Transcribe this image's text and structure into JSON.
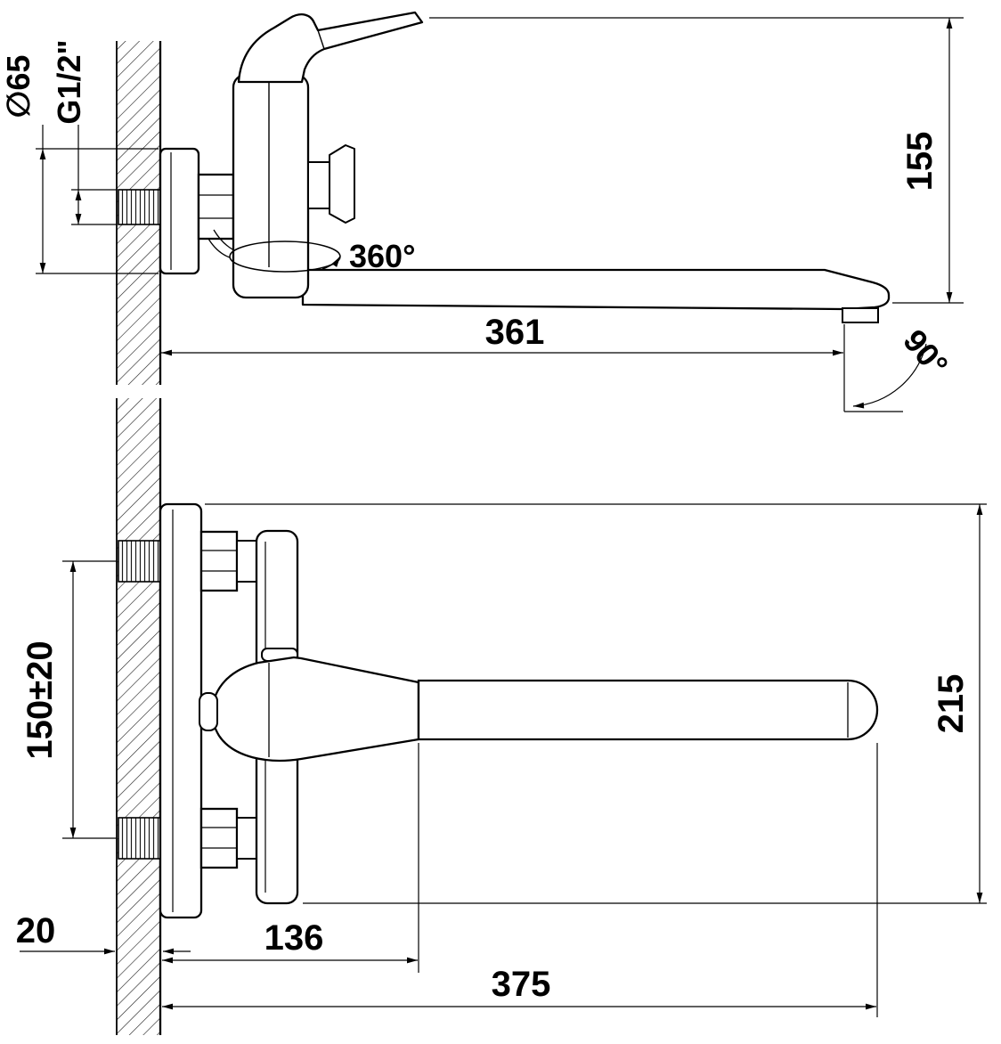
{
  "drawing": {
    "type": "technical-dimension-drawing",
    "subject": "wall-mounted bath mixer faucet with long swivel spout",
    "line_color": "#000000",
    "bg_color": "#ffffff"
  },
  "top_view": {
    "name": "side view",
    "dim_diameter": "∅65",
    "dim_thread": "G1/2\"",
    "dim_height": "155",
    "dim_reach": "361",
    "dim_swivel": "360°",
    "dim_outlet_angle": "90°"
  },
  "front_view": {
    "name": "front view",
    "dim_centers": "150±20",
    "dim_height": "215",
    "dim_wall": "20",
    "dim_offset": "136",
    "dim_reach": "375"
  }
}
